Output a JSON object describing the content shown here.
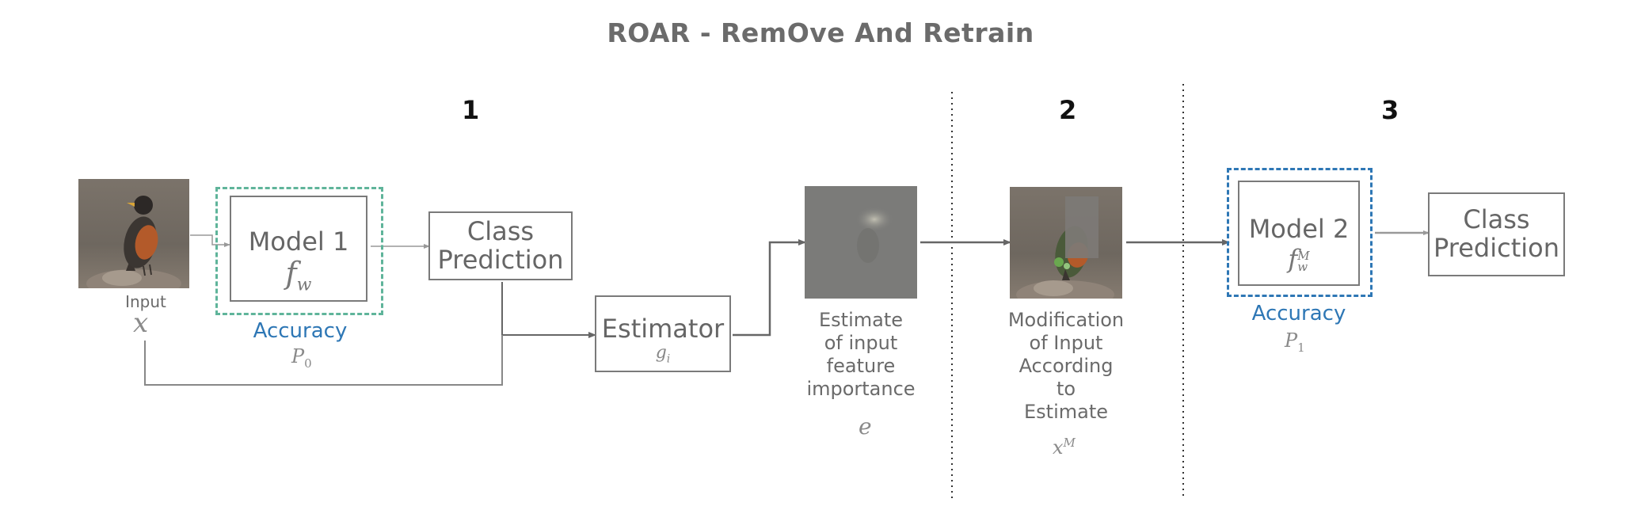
{
  "title": "ROAR - RemOve And Retrain",
  "sections": {
    "s1": "1",
    "s2": "2",
    "s3": "3"
  },
  "input": {
    "label": "Input",
    "var": "x"
  },
  "model1": {
    "label": "Model 1",
    "func": "f",
    "sub": "w"
  },
  "accuracy1": {
    "label": "Accuracy",
    "var": "P",
    "sub": "0"
  },
  "class_prediction_1": {
    "line1": "Class",
    "line2": "Prediction"
  },
  "estimator": {
    "label": "Estimator",
    "func": "g",
    "sub": "i"
  },
  "estimate": {
    "line1": "Estimate",
    "line2": "of input",
    "line3": "feature",
    "line4": "importance",
    "var": "e"
  },
  "modification": {
    "line1": "Modification",
    "line2": "of Input",
    "line3": "According",
    "line4": "to",
    "line5": "Estimate",
    "var": "x",
    "sup": "M"
  },
  "model2": {
    "label": "Model 2",
    "func": "f",
    "sup": "M",
    "sub": "w"
  },
  "accuracy2": {
    "label": "Accuracy",
    "var": "P",
    "sub": "1"
  },
  "class_prediction_2": {
    "line1": "Class",
    "line2": "Prediction"
  },
  "colors": {
    "accent_green": "#5fb49a",
    "accent_blue": "#2e77b5",
    "box_stroke": "#7a7a7a",
    "arrow": "#666666",
    "text_gray": "#666666"
  },
  "icons": {
    "input_image": "bird-photo",
    "estimate_image": "saliency-map",
    "modified_image": "masked-bird-photo"
  }
}
